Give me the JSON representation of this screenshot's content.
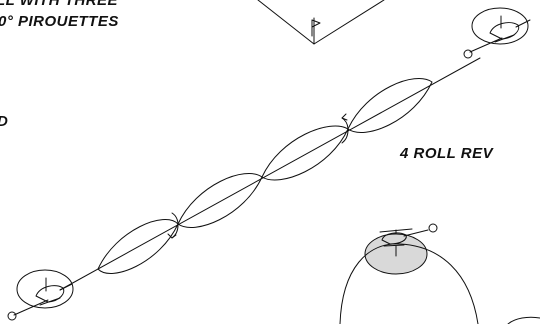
{
  "labels": {
    "line1": "LL WITH THREE",
    "line2": "0° PIROUETTES",
    "line3": "D",
    "step4": "4   ROLL REV"
  },
  "colors": {
    "ink": "#111111",
    "shade": "#d9d9d9",
    "background": "#ffffff"
  },
  "icons": [
    "helicopter-icon",
    "flag-icon",
    "rotation-arrow-icon"
  ]
}
